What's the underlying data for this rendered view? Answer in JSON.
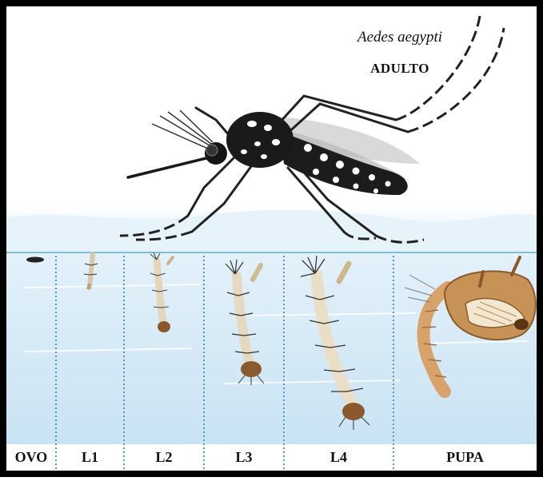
{
  "header": {
    "species": "Aedes aegypti",
    "adult_label": "ADULTO"
  },
  "stages": [
    "OVO",
    "L1",
    "L2",
    "L3",
    "L4",
    "PUPA"
  ],
  "colors": {
    "water": "#d6ebf7",
    "water_deep": "#c3e0f2",
    "waterline": "#6fb3df",
    "divider": "#5a9ed0",
    "mosquito_body": "#1f1f1f",
    "larva_body": "#e8dcc4",
    "siphon": "#8a5a2e",
    "border": "#000000"
  },
  "icons": [
    "mosquito-icon",
    "egg-icon",
    "larva-icon",
    "pupa-icon"
  ]
}
